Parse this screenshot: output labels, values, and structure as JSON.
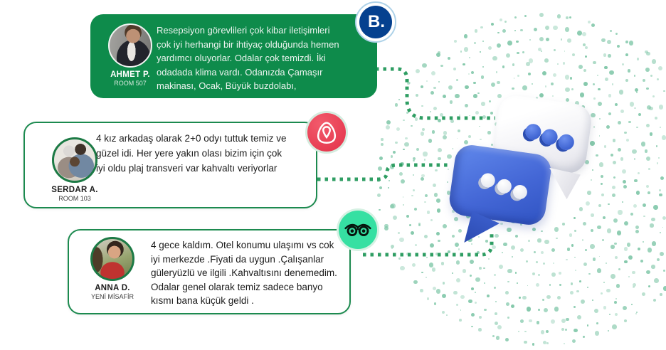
{
  "graphic": {
    "description_labels": [],
    "colors": {
      "card_green": "#0e8b4b",
      "card_border_green": "#1c8a4f",
      "connector_green": "#2f9e63",
      "dot_pattern_teal": "#9ed4bd",
      "booking_blue": "#05418f",
      "airbnb_red": "#ee4956",
      "tripadvisor_green": "#36e0a2",
      "bubble_blue": "#4467d6"
    }
  },
  "reviews": [
    {
      "name": "AHMET P.",
      "room": "ROOM 507",
      "text": "Resepsiyon görevlileri çok kibar iletişimleri\nçok iyi herhangi bir ihtiyaç olduğunda hemen\nyardımcı oluyorlar. Odalar çok temizdi. İki\nodadada klima vardı. Odanızda Çamaşır\nmakinası, Ocak, Büyük buzdolabı,",
      "platform_icon": "booking-b-icon",
      "logo_text": "B."
    },
    {
      "name": "SERDAR A.",
      "room": "ROOM 103",
      "text": "4 kız arkadaş olarak 2+0 odyı tuttuk temiz ve\ngüzel idi. Her yere yakın olası bizim için çok\niyi oldu plaj transveri var kahvaltı veriyorlar",
      "platform_icon": "airbnb-belo-icon"
    },
    {
      "name": "ANNA D.",
      "room": "YENİ MİSAFİR",
      "text": "4 gece kaldım. Otel konumu ulaşımı vs cok\niyi merkezde .Fiyati da uygun .Çalışanlar\ngüleryüzlü ve ilgili .Kahvaltısını denemedim.\nOdalar genel olarak temiz sadece banyo\nkısmı bana küçük geldi .",
      "platform_icon": "tripadvisor-owl-icon"
    }
  ]
}
